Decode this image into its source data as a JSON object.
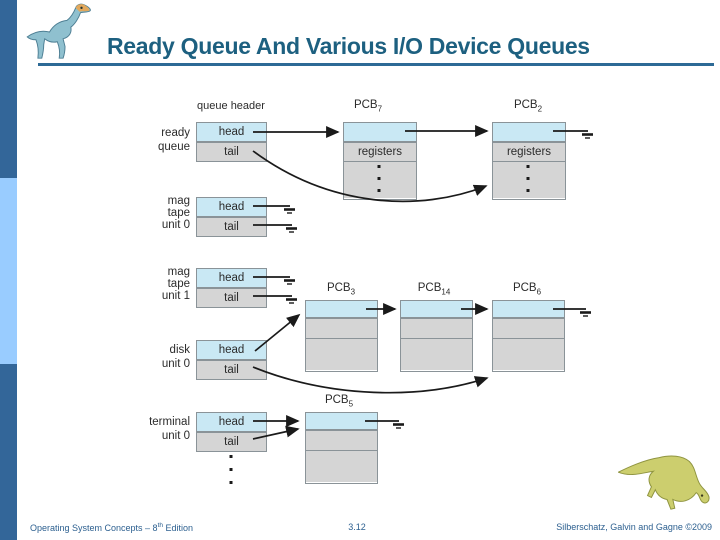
{
  "header": {
    "title": "Ready Queue And Various I/O Device Queues"
  },
  "footer": {
    "left_prefix": "Operating System Concepts – 8",
    "left_sup": "th",
    "left_suffix": " Edition",
    "page": "3.12",
    "right": "Silberschatz, Galvin and Gagne ©2009"
  },
  "diagram": {
    "queue_header_label": "queue header",
    "cells": {
      "head": "head",
      "tail": "tail",
      "registers": "registers"
    },
    "queues": [
      {
        "id": "ready-queue",
        "lines": [
          "ready",
          "queue"
        ]
      },
      {
        "id": "mag-tape-unit-0",
        "lines": [
          "mag",
          "tape",
          "unit 0"
        ]
      },
      {
        "id": "mag-tape-unit-1",
        "lines": [
          "mag",
          "tape",
          "unit 1"
        ]
      },
      {
        "id": "disk-unit-0",
        "lines": [
          "disk",
          "unit 0"
        ]
      },
      {
        "id": "terminal-unit-0",
        "lines": [
          "terminal",
          "unit 0"
        ]
      }
    ],
    "pcbs": [
      {
        "name": "PCB",
        "sub": "7"
      },
      {
        "name": "PCB",
        "sub": "2"
      },
      {
        "name": "PCB",
        "sub": "3"
      },
      {
        "name": "PCB",
        "sub": "14"
      },
      {
        "name": "PCB",
        "sub": "6"
      },
      {
        "name": "PCB",
        "sub": "5"
      }
    ]
  },
  "icons": {
    "logo": "dinosaur-logo",
    "mascot": "dinosaur-grazing",
    "null_pointer": "ground-symbol",
    "more_queues": "ellipsis-dots"
  },
  "colors": {
    "sidebar_dark": "#336699",
    "sidebar_light": "#99ccff",
    "title_text": "#1d6080",
    "title_rule": "#2d6a96",
    "footer_text": "#2d6090",
    "cell_blue": "#c9e8f4",
    "cell_gray": "#d5d5d5",
    "box_border": "#8a9398",
    "diagram_text": "#2b2b2b",
    "arrow": "#1a1a1a"
  }
}
